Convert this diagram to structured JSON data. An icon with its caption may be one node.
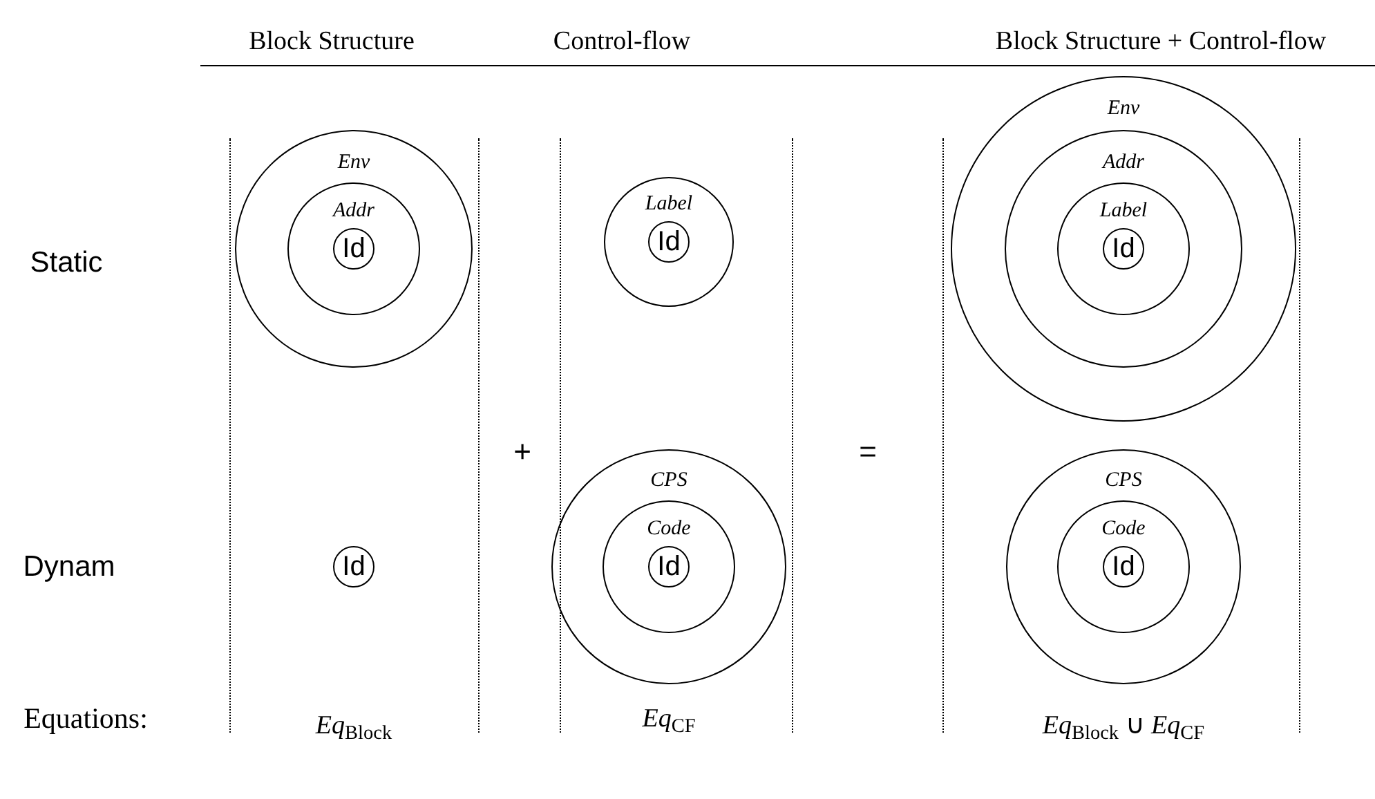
{
  "diagram": {
    "nodes": [
      {
        "text": [
          "Env"
        ]
      },
      {
        "text": [
          "Addr"
        ],
        "in": 0
      },
      {
        "text": [
          "Id"
        ],
        "in": 1
      },
      {
        "text": [
          "Id"
        ]
      },
      {
        "text": [
          "Label"
        ]
      },
      {
        "text": [
          "Id"
        ],
        "in": 4
      },
      {
        "text": [
          "CPS"
        ]
      },
      {
        "text": [
          "Code"
        ],
        "in": 6
      },
      {
        "text": [
          "Id"
        ],
        "in": 7
      },
      {
        "text": [
          "Env"
        ]
      },
      {
        "text": [
          "Addr"
        ],
        "in": 9
      },
      {
        "text": [
          "Label"
        ],
        "in": 10
      },
      {
        "text": [
          "Id"
        ],
        "in": 11
      },
      {
        "text": [
          "CPS"
        ]
      },
      {
        "text": [
          "Code"
        ],
        "in": 13
      },
      {
        "text": [
          "Id"
        ],
        "in": 14
      }
    ],
    "labels": [
      "Block Structure",
      "Control-flow",
      "Block Structure + Control-flow",
      "Static",
      "+",
      "=",
      "Dynam",
      "Equations:",
      "*Eq*$_{Block}$",
      "*Eq*$_{CF}$",
      "*Eq*$_{Block}$ ∪ *Eq*$_{CF}$"
    ]
  }
}
